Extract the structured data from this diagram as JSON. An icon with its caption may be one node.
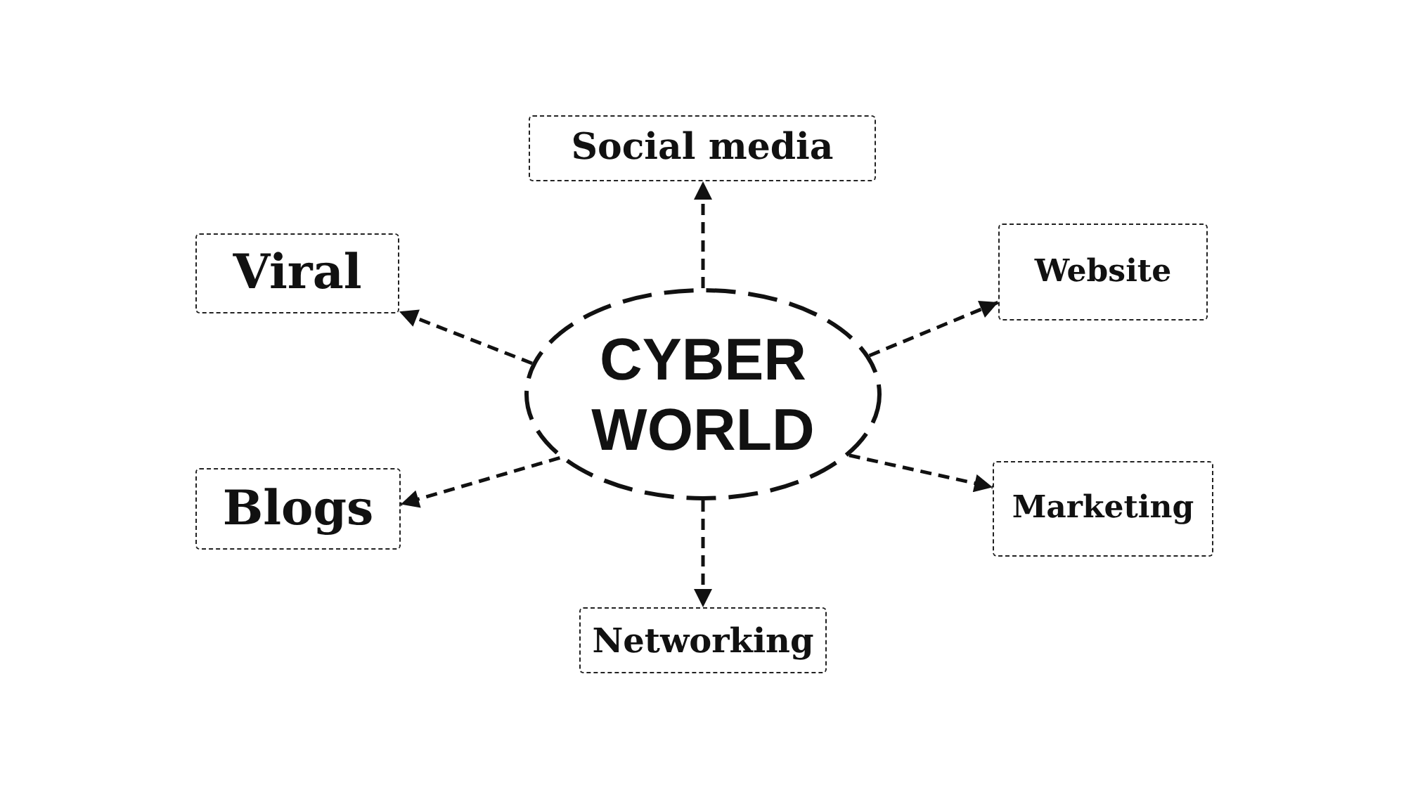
{
  "diagram": {
    "nodes": [
      {
        "text": [
          "Social media"
        ]
      },
      {
        "text": [
          "Viral"
        ]
      },
      {
        "text": [
          "CYBER WORLD"
        ]
      },
      {
        "text": [
          "Website"
        ]
      },
      {
        "text": [
          "Blogs"
        ]
      },
      {
        "text": [
          "Marketing"
        ]
      },
      {
        "text": [
          "Networking"
        ]
      }
    ],
    "edges": [
      {
        "from": 2,
        "to": 0,
        "arrow": "to",
        "style": "dashed"
      },
      {
        "from": 2,
        "to": 1,
        "arrow": "to",
        "style": "dashed"
      },
      {
        "from": 2,
        "to": 3,
        "arrow": "to",
        "style": "dashed"
      },
      {
        "from": 2,
        "to": 4,
        "arrow": "to",
        "style": "dashed"
      },
      {
        "from": 2,
        "to": 5,
        "arrow": "to",
        "style": "dashed"
      },
      {
        "from": 2,
        "to": 6,
        "arrow": "to",
        "style": "dashed"
      }
    ]
  }
}
